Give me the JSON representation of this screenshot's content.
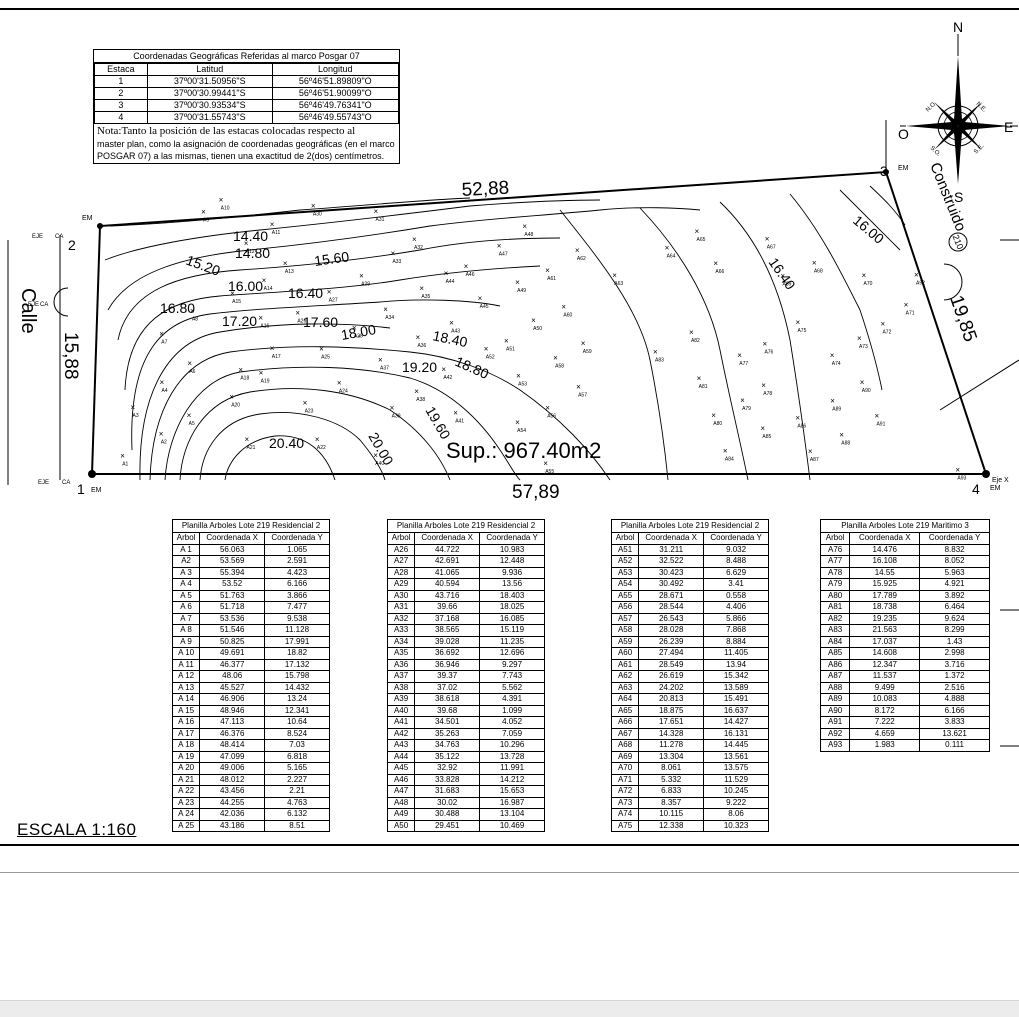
{
  "coord_table": {
    "caption": "Coordenadas Geográficas Referidas al marco Posgar 07",
    "headers": [
      "Estaca",
      "Latitud",
      "Longitud"
    ],
    "rows": [
      [
        "1",
        "37º00'31.50956\"S",
        "56º46'51.89809\"O"
      ],
      [
        "2",
        "37º00'30.99441\"S",
        "56º46'51.90099\"O"
      ],
      [
        "3",
        "37º00'30.93534\"S",
        "56º46'49.76341\"O"
      ],
      [
        "4",
        "37º00'31.55743\"S",
        "56º46'49.55743\"O"
      ]
    ],
    "note_big": "Nota:Tanto la posición de las estacas colocadas respecto al",
    "note_small": "master plan, como la asignación de coordenadas geográficas (en el marco POSGAR 07) a las mismas, tienen una exactitud de 2(dos) centímetros."
  },
  "plan": {
    "side_top": "52,88",
    "side_bottom": "57,89",
    "side_left": "15,88",
    "side_right": "19,85",
    "area": "Sup.: 967.40m2",
    "street": "Calle",
    "built": "Construido",
    "lot_number": "210",
    "stakes": [
      {
        "num": "1",
        "tag": "EM"
      },
      {
        "num": "2",
        "tag": "EM"
      },
      {
        "num": "3",
        "tag": "EM"
      },
      {
        "num": "4",
        "tag": "EM"
      }
    ],
    "stake_extra": "Eje X",
    "eje": "EJE",
    "ca": "CA",
    "contours": [
      "14.40",
      "14.80",
      "15.20",
      "15.60",
      "16.00",
      "16.40",
      "16.80",
      "17.20",
      "17.60",
      "18.00",
      "18.40",
      "18.80",
      "19.20",
      "19.60",
      "20.00",
      "20.40",
      "16.40",
      "16.00"
    ],
    "compass": {
      "n": "N",
      "s": "S",
      "e": "E",
      "o": "O",
      "no": "N.O.",
      "ne": "N.E.",
      "so": "S.O.",
      "se": "S.E."
    }
  },
  "scale": "ESCALA 1:160",
  "tree_tables": [
    {
      "caption": "Planilla Arboles Lote 219 Residencial 2",
      "headers": [
        "Arbol",
        "Coordenada X",
        "Coordenada Y"
      ],
      "rows": [
        [
          "A 1",
          "56.063",
          "1.065"
        ],
        [
          "A2",
          "53.569",
          "2.591"
        ],
        [
          "A 3",
          "55.394",
          "4.423"
        ],
        [
          "A 4",
          "53.52",
          "6.166"
        ],
        [
          "A 5",
          "51.763",
          "3.866"
        ],
        [
          "A 6",
          "51.718",
          "7.477"
        ],
        [
          "A 7",
          "53.536",
          "9.538"
        ],
        [
          "A 8",
          "51.546",
          "11.128"
        ],
        [
          "A 9",
          "50.825",
          "17.991"
        ],
        [
          "A 10",
          "49.691",
          "18.82"
        ],
        [
          "A 11",
          "46.377",
          "17.132"
        ],
        [
          "A 12",
          "48.06",
          "15.798"
        ],
        [
          "A 13",
          "45.527",
          "14.432"
        ],
        [
          "A 14",
          "46.906",
          "13.24"
        ],
        [
          "A 15",
          "48.946",
          "12.341"
        ],
        [
          "A 16",
          "47.113",
          "10.64"
        ],
        [
          "A 17",
          "46.376",
          "8.524"
        ],
        [
          "A 18",
          "48.414",
          "7.03"
        ],
        [
          "A 19",
          "47.099",
          "6.818"
        ],
        [
          "A 20",
          "49.006",
          "5.165"
        ],
        [
          "A 21",
          "48.012",
          "2.227"
        ],
        [
          "A 22",
          "43.456",
          "2.21"
        ],
        [
          "A 23",
          "44.255",
          "4.763"
        ],
        [
          "A 24",
          "42.036",
          "6.132"
        ],
        [
          "A 25",
          "43.186",
          "8.51"
        ]
      ]
    },
    {
      "caption": "Planilla Arboles Lote 219 Residencial 2",
      "headers": [
        "Arbol",
        "Coordenada X",
        "Coordenada Y"
      ],
      "rows": [
        [
          "A26",
          "44.722",
          "10.983"
        ],
        [
          "A27",
          "42.691",
          "12.448"
        ],
        [
          "A28",
          "41.065",
          "9.936"
        ],
        [
          "A29",
          "40.594",
          "13.56"
        ],
        [
          "A30",
          "43.716",
          "18.403"
        ],
        [
          "A31",
          "39.66",
          "18.025"
        ],
        [
          "A32",
          "37.168",
          "16.085"
        ],
        [
          "A33",
          "38.565",
          "15.119"
        ],
        [
          "A34",
          "39.028",
          "11.235"
        ],
        [
          "A35",
          "36.692",
          "12.696"
        ],
        [
          "A36",
          "36.946",
          "9.297"
        ],
        [
          "A37",
          "39.37",
          "7.743"
        ],
        [
          "A38",
          "37.02",
          "5.562"
        ],
        [
          "A39",
          "38.618",
          "4.391"
        ],
        [
          "A40",
          "39.68",
          "1.099"
        ],
        [
          "A41",
          "34.501",
          "4.052"
        ],
        [
          "A42",
          "35.263",
          "7.059"
        ],
        [
          "A43",
          "34.763",
          "10.296"
        ],
        [
          "A44",
          "35.122",
          "13.728"
        ],
        [
          "A45",
          "32.92",
          "11.991"
        ],
        [
          "A46",
          "33.828",
          "14.212"
        ],
        [
          "A47",
          "31.683",
          "15.653"
        ],
        [
          "A48",
          "30.02",
          "16.987"
        ],
        [
          "A49",
          "30.488",
          "13.104"
        ],
        [
          "A50",
          "29.451",
          "10.469"
        ]
      ]
    },
    {
      "caption": "Planilla Arboles Lote 219 Residencial 2",
      "headers": [
        "Arbol",
        "Coordenada X",
        "Coordenada Y"
      ],
      "rows": [
        [
          "A51",
          "31.211",
          "9.032"
        ],
        [
          "A52",
          "32.522",
          "8.488"
        ],
        [
          "A53",
          "30.423",
          "6.629"
        ],
        [
          "A54",
          "30.492",
          "3.41"
        ],
        [
          "A55",
          "28.671",
          "0.558"
        ],
        [
          "A56",
          "28.544",
          "4.406"
        ],
        [
          "A57",
          "26.543",
          "5.866"
        ],
        [
          "A58",
          "28.028",
          "7.868"
        ],
        [
          "A59",
          "26.239",
          "8.884"
        ],
        [
          "A60",
          "27.494",
          "11.405"
        ],
        [
          "A61",
          "28.549",
          "13.94"
        ],
        [
          "A62",
          "26.619",
          "15.342"
        ],
        [
          "A63",
          "24.202",
          "13.589"
        ],
        [
          "A64",
          "20.813",
          "15.491"
        ],
        [
          "A65",
          "18.875",
          "16.637"
        ],
        [
          "A66",
          "17.651",
          "14.427"
        ],
        [
          "A67",
          "14.328",
          "16.131"
        ],
        [
          "A68",
          "11.278",
          "14.445"
        ],
        [
          "A69",
          "13.304",
          "13.561"
        ],
        [
          "A70",
          "8.061",
          "13.575"
        ],
        [
          "A71",
          "5.332",
          "11.529"
        ],
        [
          "A72",
          "6.833",
          "10.245"
        ],
        [
          "A73",
          "8.357",
          "9.222"
        ],
        [
          "A74",
          "10.115",
          "8.06"
        ],
        [
          "A75",
          "12.338",
          "10.323"
        ]
      ]
    },
    {
      "caption": "Planilla Arboles Lote 219 Maritimo 3",
      "headers": [
        "Arbol",
        "Coordenada X",
        "Coordenada Y"
      ],
      "rows": [
        [
          "A76",
          "14.476",
          "8.832"
        ],
        [
          "A77",
          "16.108",
          "8.052"
        ],
        [
          "A78",
          "14.55",
          "5.963"
        ],
        [
          "A79",
          "15.925",
          "4.921"
        ],
        [
          "A80",
          "17.789",
          "3.892"
        ],
        [
          "A81",
          "18.738",
          "6.464"
        ],
        [
          "A82",
          "19.235",
          "9.624"
        ],
        [
          "A83",
          "21.563",
          "8.299"
        ],
        [
          "A84",
          "17.037",
          "1.43"
        ],
        [
          "A85",
          "14.608",
          "2.998"
        ],
        [
          "A86",
          "12.347",
          "3.716"
        ],
        [
          "A87",
          "11.537",
          "1.372"
        ],
        [
          "A88",
          "9.499",
          "2.516"
        ],
        [
          "A89",
          "10.083",
          "4.888"
        ],
        [
          "A90",
          "8.172",
          "6.166"
        ],
        [
          "A91",
          "7.222",
          "3.833"
        ],
        [
          "A92",
          "4.659",
          "13.621"
        ],
        [
          "A93",
          "1.983",
          "0.111"
        ]
      ]
    }
  ]
}
